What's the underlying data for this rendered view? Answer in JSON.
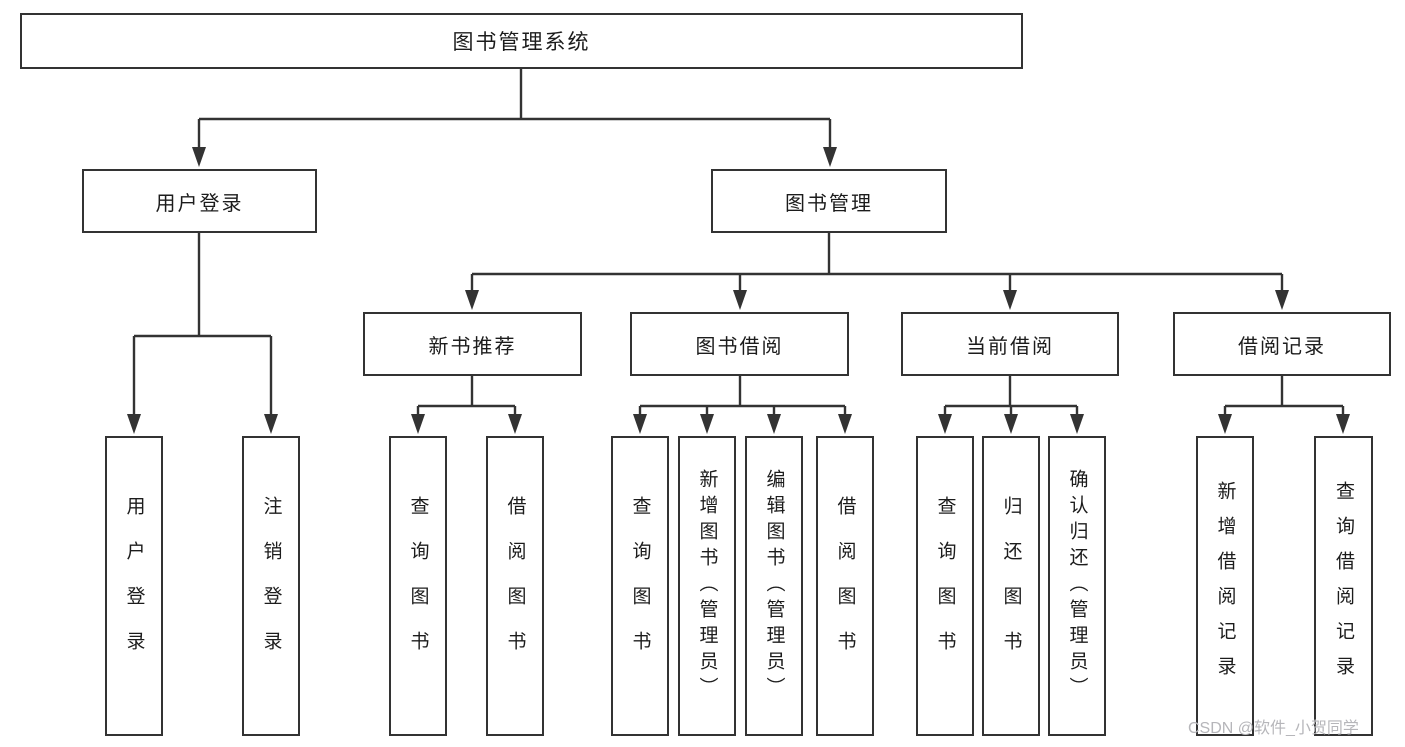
{
  "diagram": {
    "title": "图书管理系统",
    "level2": {
      "user_login": "用户登录",
      "book_management": "图书管理"
    },
    "level3": {
      "new_book_recommend": "新书推荐",
      "book_borrow": "图书借阅",
      "current_borrow": "当前借阅",
      "borrow_records": "借阅记录"
    },
    "leaves": {
      "user_login": "用户登录",
      "logout": "注销登录",
      "recommend_query_books": "查询图书",
      "recommend_borrow_books": "借阅图书",
      "borrow_query_books": "查询图书",
      "borrow_add_books_admin": "新增图书（管理员）",
      "borrow_edit_books_admin": "编辑图书（管理员）",
      "borrow_borrow_books": "借阅图书",
      "current_query_books": "查询图书",
      "current_return_books": "归还图书",
      "current_confirm_return_admin": "确认归还（管理员）",
      "records_add_record": "新增借阅记录",
      "records_query_record": "查询借阅记录"
    },
    "watermark": "CSDN @软件_小贺同学",
    "colors": {
      "line": "#333333",
      "watermark": "#b6b6ba"
    }
  }
}
